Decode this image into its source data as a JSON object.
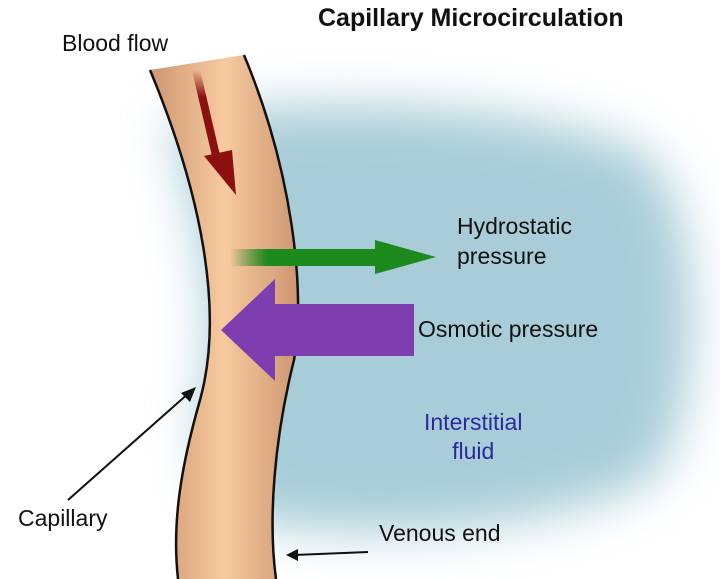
{
  "title": "Capillary Microcirculation",
  "labels": {
    "blood_flow": "Blood flow",
    "hydrostatic_line1": "Hydrostatic",
    "hydrostatic_line2": "pressure",
    "osmotic": "Osmotic pressure",
    "interstitial_line1": "Interstitial",
    "interstitial_line2": "fluid",
    "capillary": "Capillary",
    "venous_end": "Venous end"
  },
  "colors": {
    "interstitial_fluid": "#a9cdd8",
    "capillary_core": "#f7caa0",
    "capillary_edge": "#cd9670",
    "blood_flow_arrow": "#8b1010",
    "hydrostatic_arrow": "#1c8a1c",
    "osmotic_arrow": "#7d3fb0",
    "interstitial_text": "#2b2a9a"
  }
}
